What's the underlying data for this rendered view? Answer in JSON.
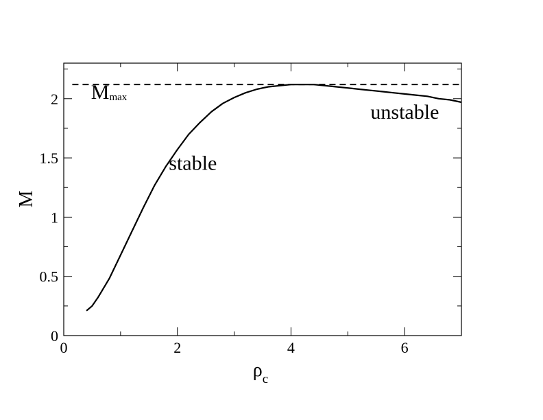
{
  "chart_data": {
    "type": "line",
    "title": "",
    "xlabel": "ρ",
    "xlabel_sub": "c",
    "ylabel": "M",
    "xlim": [
      0,
      7
    ],
    "ylim": [
      0,
      2.3
    ],
    "grid": false,
    "x_ticks": [
      0,
      2,
      4,
      6
    ],
    "x_tick_labels": [
      "0",
      "2",
      "4",
      "6"
    ],
    "y_ticks": [
      0,
      0.5,
      1,
      1.5,
      2
    ],
    "y_tick_labels": [
      "0",
      "0.5",
      "1",
      "1.5",
      "2"
    ],
    "x_minor_ticks": [
      1,
      3,
      5
    ],
    "y_minor_ticks": [
      0.25,
      0.75,
      1.25,
      1.75,
      2.25
    ],
    "series": [
      {
        "x": [
          0.4,
          0.5,
          0.6,
          0.8,
          1.0,
          1.2,
          1.4,
          1.6,
          1.8,
          2.0,
          2.2,
          2.4,
          2.6,
          2.8,
          3.0,
          3.2,
          3.4,
          3.6,
          3.8,
          4.0,
          4.2,
          4.4,
          4.6,
          4.8,
          5.0,
          5.2,
          5.4,
          5.6,
          5.8,
          6.0,
          6.2,
          6.4,
          6.6,
          6.8,
          7.0
        ],
        "y": [
          0.21,
          0.25,
          0.32,
          0.48,
          0.68,
          0.88,
          1.08,
          1.27,
          1.43,
          1.57,
          1.7,
          1.8,
          1.89,
          1.96,
          2.01,
          2.05,
          2.08,
          2.1,
          2.11,
          2.12,
          2.12,
          2.12,
          2.11,
          2.1,
          2.09,
          2.08,
          2.07,
          2.06,
          2.05,
          2.04,
          2.03,
          2.02,
          2.0,
          1.99,
          1.97
        ]
      }
    ],
    "reference_lines": [
      {
        "y": 2.12,
        "style": "dashed",
        "x_range": [
          0.15,
          7.0
        ]
      }
    ],
    "annotations": [
      {
        "text": "M",
        "sub": "max",
        "x": 0.48,
        "y": 2.0
      },
      {
        "text": "stable",
        "x": 1.85,
        "y": 1.4
      },
      {
        "text": "unstable",
        "x": 5.4,
        "y": 1.83
      }
    ]
  }
}
